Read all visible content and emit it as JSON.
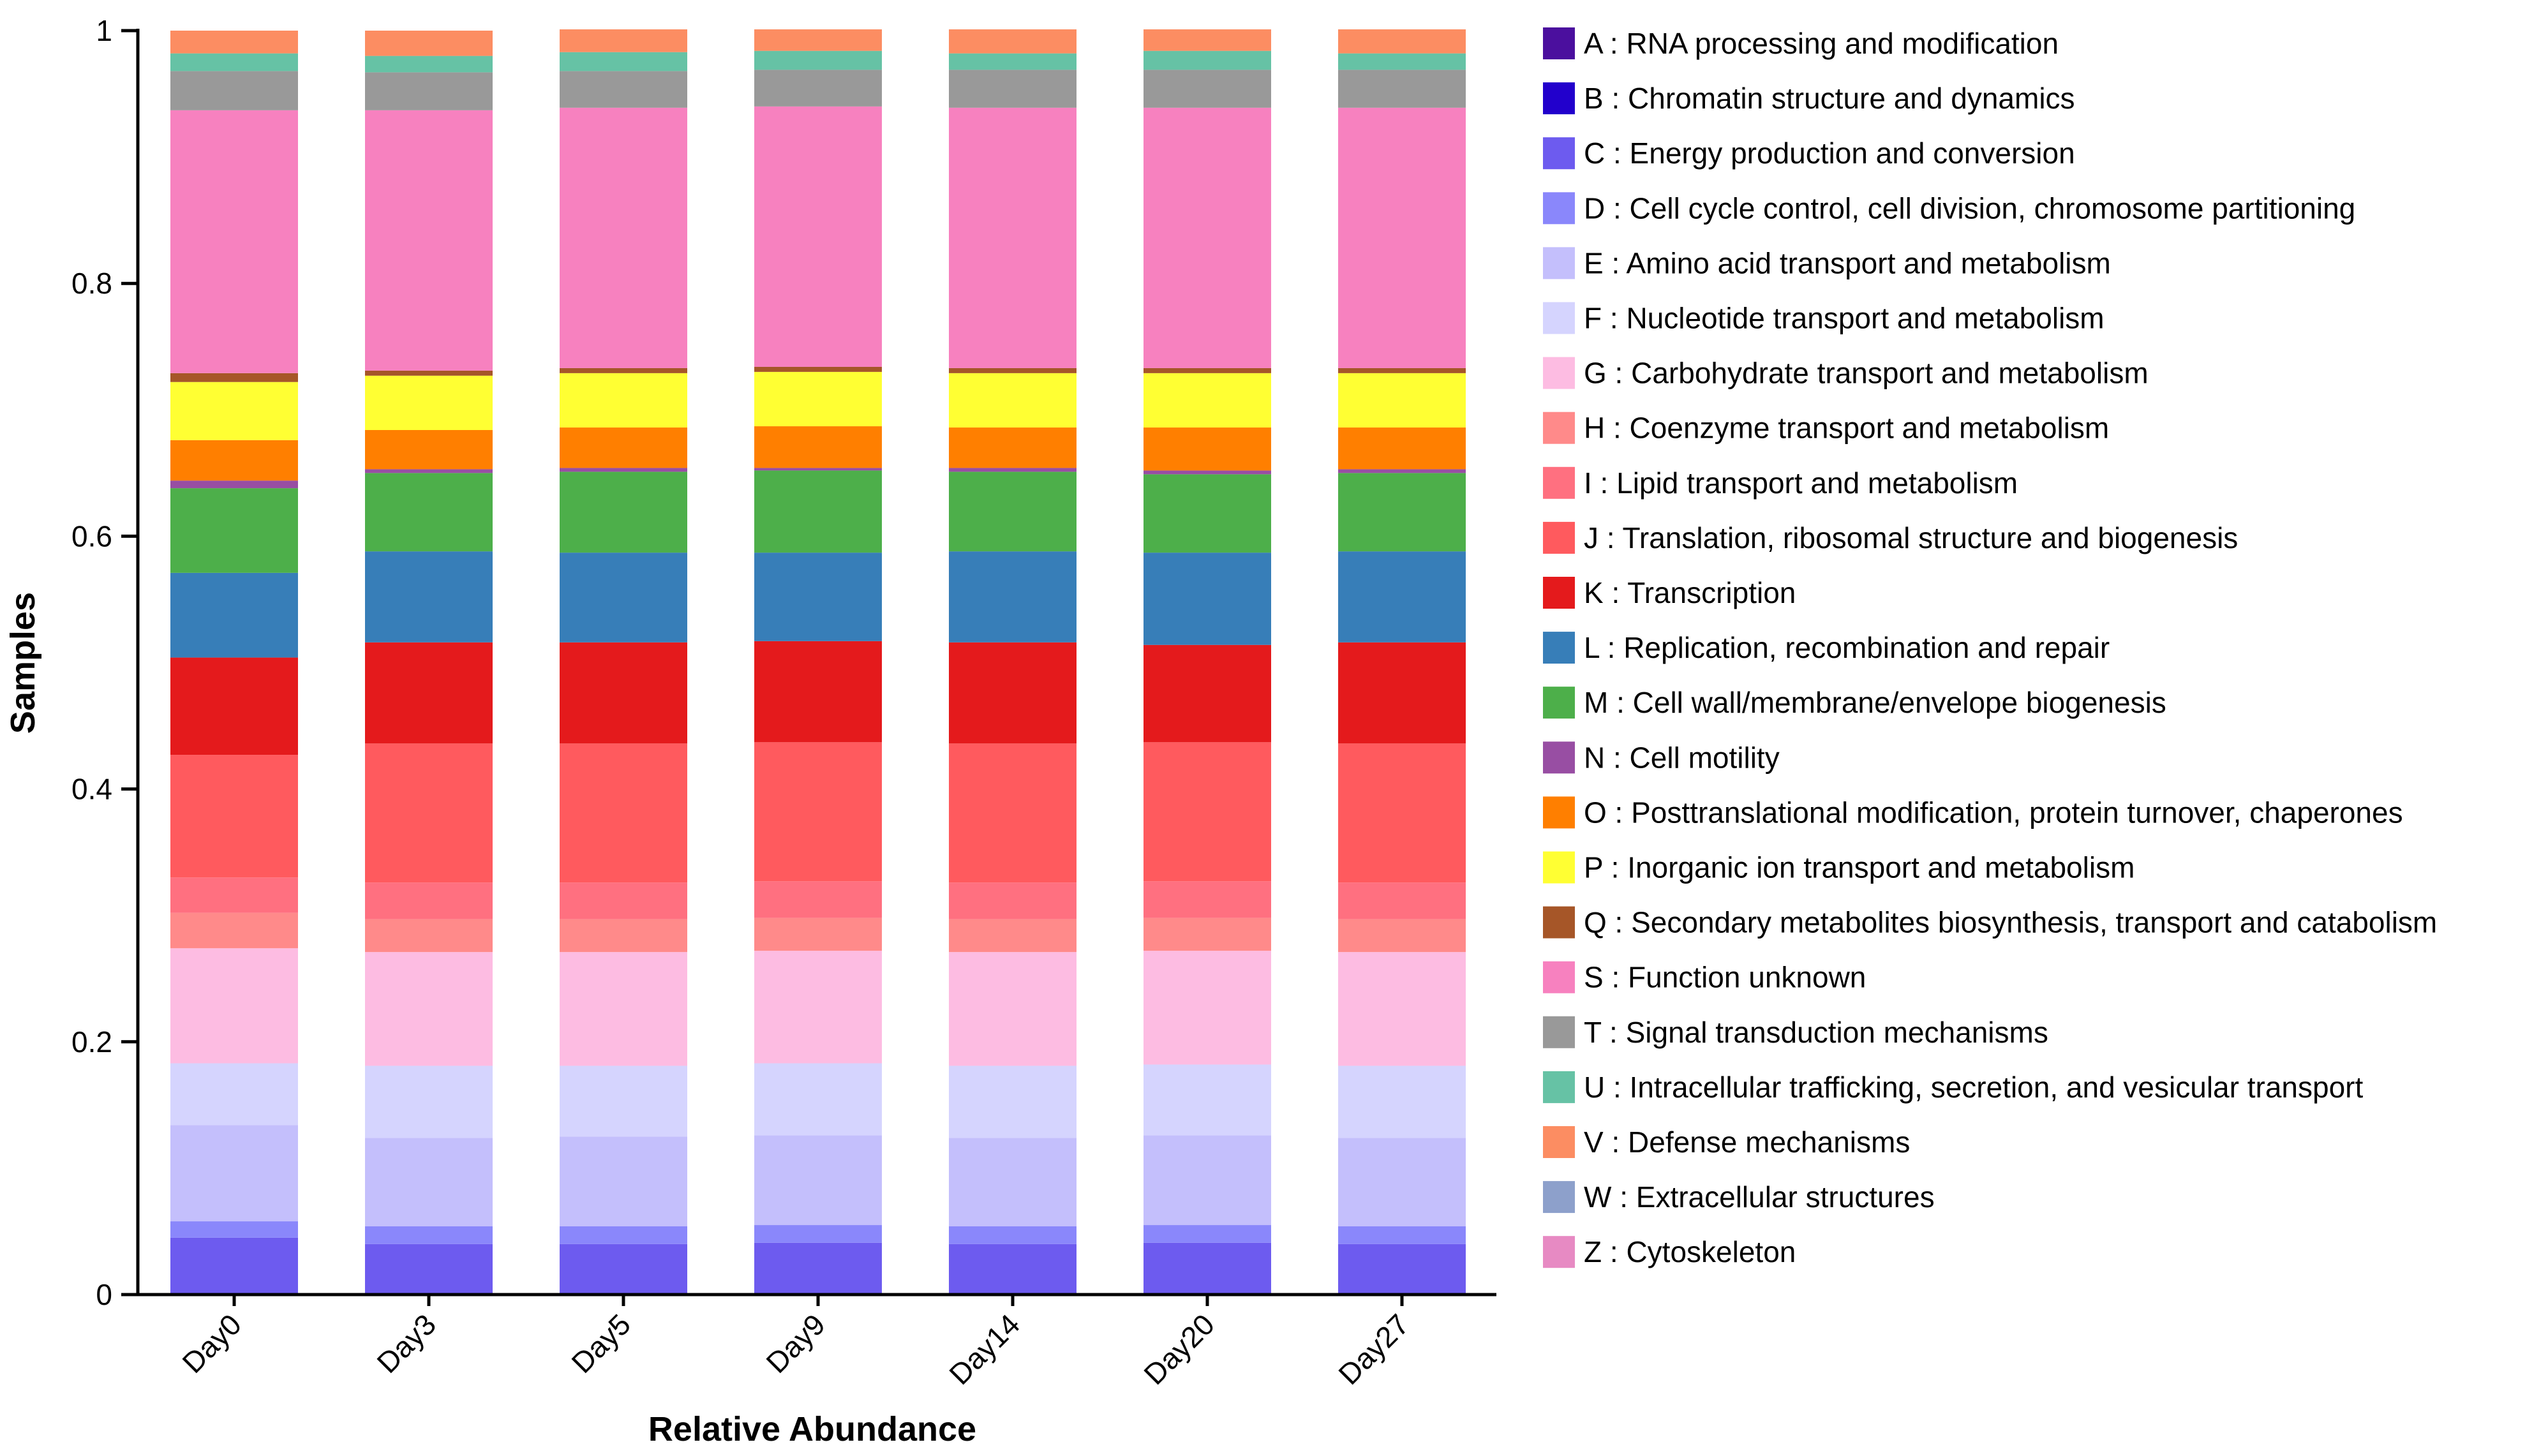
{
  "chart_data": {
    "type": "bar",
    "stacked": true,
    "title": "",
    "xlabel": "Relative Abundance",
    "ylabel": "Samples",
    "ylim": [
      0,
      1
    ],
    "yticks": [
      "0",
      "0.2",
      "0.4",
      "0.6",
      "0.8",
      "1"
    ],
    "grid": false,
    "legend_placement": "right",
    "categories": [
      "Day0",
      "Day3",
      "Day5",
      "Day9",
      "Day14",
      "Day20",
      "Day27"
    ],
    "series": [
      {
        "name": "A : RNA processing and modification",
        "color": "#4b0f9e",
        "values": [
          0,
          0,
          0,
          0,
          0,
          0,
          0
        ]
      },
      {
        "name": "B : Chromatin structure and dynamics",
        "color": "#2200cc",
        "values": [
          0,
          0,
          0,
          0,
          0,
          0,
          0
        ]
      },
      {
        "name": "C : Energy production and conversion",
        "color": "#6d5bef",
        "values": [
          0.045,
          0.04,
          0.04,
          0.041,
          0.04,
          0.041,
          0.04
        ]
      },
      {
        "name": "D : Cell cycle control, cell division, chromosome partitioning",
        "color": "#8a87fb",
        "values": [
          0.013,
          0.014,
          0.014,
          0.014,
          0.014,
          0.014,
          0.014
        ]
      },
      {
        "name": "E : Amino acid transport and metabolism",
        "color": "#c4bffc",
        "values": [
          0.076,
          0.07,
          0.071,
          0.071,
          0.07,
          0.071,
          0.07
        ]
      },
      {
        "name": "F : Nucleotide transport and metabolism",
        "color": "#d5d4fe",
        "values": [
          0.049,
          0.057,
          0.056,
          0.057,
          0.057,
          0.056,
          0.057
        ]
      },
      {
        "name": "G : Carbohydrate transport and metabolism",
        "color": "#fdbce2",
        "values": [
          0.091,
          0.09,
          0.09,
          0.089,
          0.09,
          0.09,
          0.09
        ]
      },
      {
        "name": "H : Coenzyme transport and metabolism",
        "color": "#ff8a8a",
        "values": [
          0.028,
          0.026,
          0.026,
          0.026,
          0.026,
          0.026,
          0.026
        ]
      },
      {
        "name": "I : Lipid transport and metabolism",
        "color": "#ff7080",
        "values": [
          0.028,
          0.029,
          0.029,
          0.029,
          0.029,
          0.029,
          0.029
        ]
      },
      {
        "name": "J : Translation, ribosomal structure and biogenesis",
        "color": "#ff5a5e",
        "values": [
          0.097,
          0.11,
          0.11,
          0.11,
          0.11,
          0.11,
          0.11
        ]
      },
      {
        "name": "K : Transcription",
        "color": "#e41a1c",
        "values": [
          0.077,
          0.08,
          0.08,
          0.08,
          0.08,
          0.077,
          0.08
        ]
      },
      {
        "name": "L : Replication, recombination and repair",
        "color": "#377eb8",
        "values": [
          0.067,
          0.072,
          0.071,
          0.07,
          0.072,
          0.073,
          0.072
        ]
      },
      {
        "name": "M : Cell wall/membrane/envelope biogenesis",
        "color": "#4daf4a",
        "values": [
          0.067,
          0.062,
          0.064,
          0.065,
          0.063,
          0.062,
          0.062
        ]
      },
      {
        "name": "N : Cell motility",
        "color": "#984ea3",
        "values": [
          0.006,
          0.003,
          0.003,
          0.002,
          0.003,
          0.003,
          0.003
        ]
      },
      {
        "name": "O : Posttranslational modification, protein turnover, chaperones",
        "color": "#ff7f00",
        "values": [
          0.032,
          0.031,
          0.032,
          0.033,
          0.032,
          0.034,
          0.033
        ]
      },
      {
        "name": "P : Inorganic ion transport and metabolism",
        "color": "#ffff33",
        "values": [
          0.046,
          0.043,
          0.043,
          0.043,
          0.043,
          0.043,
          0.043
        ]
      },
      {
        "name": "Q : Secondary metabolites biosynthesis, transport and catabolism",
        "color": "#a65628",
        "values": [
          0.007,
          0.004,
          0.004,
          0.004,
          0.004,
          0.004,
          0.004
        ]
      },
      {
        "name": "S : Function unknown",
        "color": "#f781bf",
        "values": [
          0.208,
          0.206,
          0.206,
          0.206,
          0.206,
          0.206,
          0.206
        ]
      },
      {
        "name": "T : Signal transduction mechanisms",
        "color": "#999999",
        "values": [
          0.031,
          0.03,
          0.029,
          0.029,
          0.03,
          0.03,
          0.03
        ]
      },
      {
        "name": "U : Intracellular trafficking, secretion, and vesicular transport",
        "color": "#66c2a5",
        "values": [
          0.014,
          0.013,
          0.015,
          0.015,
          0.013,
          0.015,
          0.013
        ]
      },
      {
        "name": "V : Defense mechanisms",
        "color": "#fc8d62",
        "values": [
          0.018,
          0.02,
          0.018,
          0.017,
          0.019,
          0.017,
          0.019
        ]
      },
      {
        "name": "W : Extracellular structures",
        "color": "#8da0cb",
        "values": [
          0,
          0,
          0,
          0,
          0,
          0,
          0
        ]
      },
      {
        "name": "Z : Cytoskeleton",
        "color": "#e78ac3",
        "values": [
          0,
          0,
          0,
          0,
          0,
          0,
          0
        ]
      }
    ]
  }
}
